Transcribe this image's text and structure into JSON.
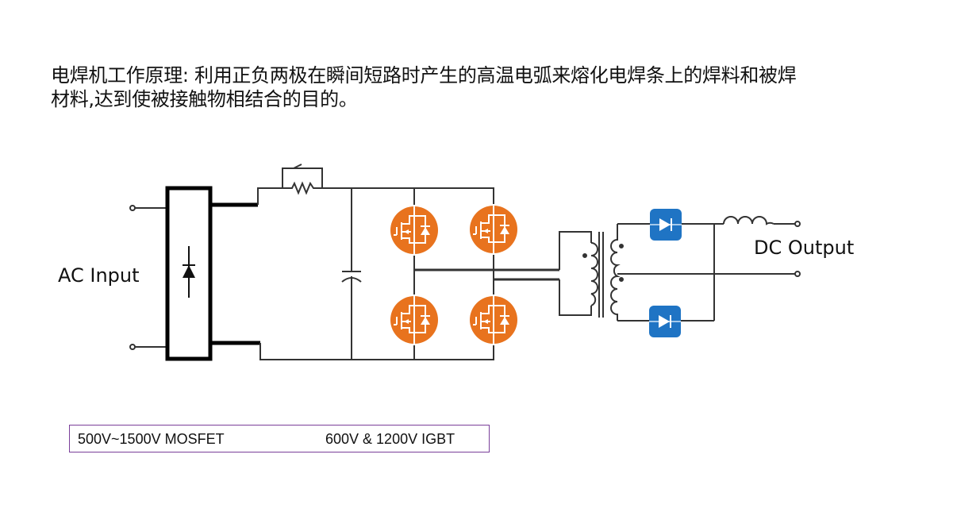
{
  "description": {
    "line1": "电焊机工作原理: 利用正负两极在瞬间短路时产生的高温电弧来熔化电焊条上的焊料和被焊",
    "line2": "材料,达到使被接触物相结合的目的。"
  },
  "diagram": {
    "input_label": "AC Input",
    "output_label": "DC Output",
    "components": {
      "rectifier": "bridge-rectifier",
      "inrush": "resistor-with-bypass-switch",
      "bus_capacitor": "capacitor",
      "switches": [
        "mosfet-top-left",
        "mosfet-top-right",
        "mosfet-bottom-left",
        "mosfet-bottom-right"
      ],
      "transformer": "center-tapped-transformer",
      "output_diodes": [
        "diode-top",
        "diode-bottom"
      ],
      "output_inductor": "inductor"
    },
    "colors": {
      "switch": "#e8731e",
      "diode": "#1f74c4",
      "wire": "#333333"
    }
  },
  "specs": {
    "mosfet": "500V~1500V MOSFET",
    "igbt": "600V & 1200V  IGBT",
    "border_color": "#7a3f9a"
  }
}
